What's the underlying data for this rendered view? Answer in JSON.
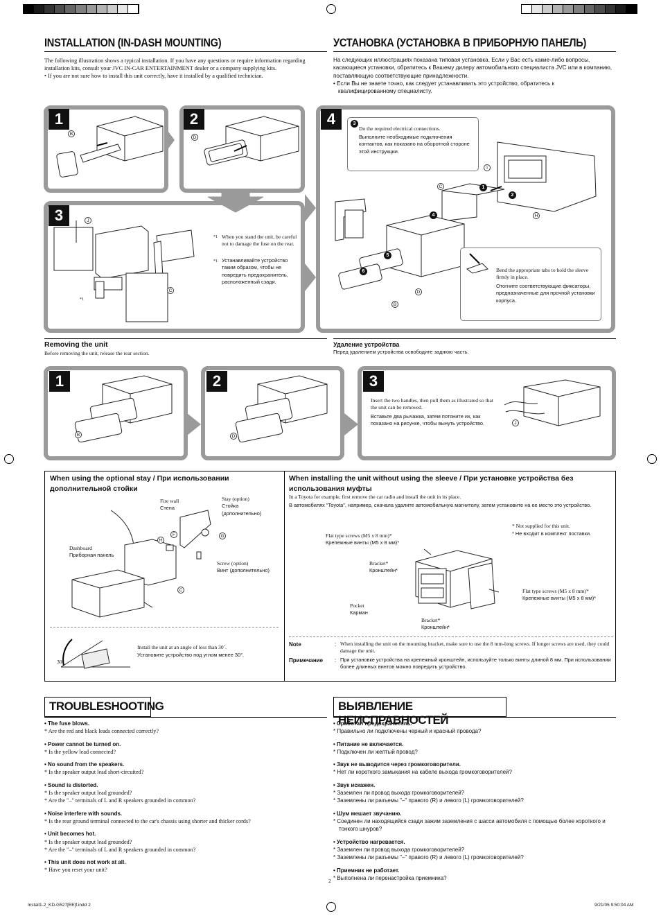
{
  "crop": {
    "colors_left": [
      "#000000",
      "#1a1a1a",
      "#333333",
      "#4d4d4d",
      "#666666",
      "#808080",
      "#999999",
      "#b3b3b3",
      "#cccccc",
      "#e6e6e6",
      "#ffffff"
    ]
  },
  "left_title": "INSTALLATION (IN-DASH MOUNTING)",
  "right_title": "УСТАНОВКА (УСТАНОВКА В ПРИБОРНУЮ ПАНЕЛЬ)",
  "intro_en_1": "The following illustration shows a typical installation. If you have any questions or require information regarding installation kits, consult your JVC IN-CAR ENTERTAINMENT dealer or a company supplying kits.",
  "intro_en_2": "If you are not sure how to install this unit correctly, have it installed by a qualified technician.",
  "intro_ru_1": "На следующих иллюстрациях показана типовая установка. Если у Вас есть какие-либо вопросы, касающиеся установки, обратитесь к Вашему дилеру автомобильного специалиста JVC или в компанию, поставляющую соответствующие принадлежности.",
  "intro_ru_2": "Если Вы не знаете точно, как следует устанавливать это устройство, обратитесь к квалифицированному специалисту.",
  "steps": {
    "s1": "1",
    "s2": "2",
    "s3": "3",
    "s4": "4"
  },
  "parts": {
    "b": "B",
    "c": "C",
    "d": "D",
    "h": "H",
    "i": "I",
    "j": "J",
    "f": "F",
    "g": "G"
  },
  "nums": {
    "n1": "1",
    "n2": "2",
    "n3": "3",
    "n4": "4",
    "n5": "5",
    "n6": "6"
  },
  "step3_note_mark": "*1",
  "step3_note_en": "When you stand the unit, be careful not to damage the fuse on the rear.",
  "step3_note_ru": "Устанавливайте устройство таким образом, чтобы не повредить предохранитель, расположенный сзади.",
  "step4_callout_en": "Do the required electrical connections.",
  "step4_callout_ru": "Выполните необходимые подключения контактов, как показано на оборотной стороне этой инструкции.",
  "step4_bend_en": "Bend the appropriate tabs to hold the sleeve firmly in place.",
  "step4_bend_ru": "Отогните соответствующие фиксаторы, предназначенные для прочной установки корпуса.",
  "removing_title": "Removing the unit",
  "removing_text": "Before removing the unit, release the rear section.",
  "removing_title_ru": "Удаление устройства",
  "removing_text_ru": "Перед удалением устройства освободите заднюю часть.",
  "remove3_en": "Insert the two handles, then pull them as illustrated so that the unit can be removed.",
  "remove3_ru": "Вставьте два рычажка, затем потяните их, как показано на рисунке, чтобы вынуть устройство.",
  "stay": {
    "title": "When using the optional stay / При использовании дополнительной стойки",
    "fire_wall": "Fire wall",
    "fire_wall_ru": "Стена",
    "stay_opt": "Stay (option)",
    "stay_opt_ru": "Стойка (дополнительно)",
    "dashboard": "Dashboard",
    "dashboard_ru": "Приборная панель",
    "screw_opt": "Screw (option)",
    "screw_opt_ru": "Винт (дополнительно)",
    "angle_en": "Install the unit at an angle of less than 30˚.",
    "angle_ru": "Установите устройство под углом менее 30°.",
    "angle_mark": "30°"
  },
  "sleeve": {
    "title": "When installing the unit without using the sleeve / При установке устройства без использования муфты",
    "text_en": "In a Toyota for example, first remove the car radio and install the unit in its place.",
    "text_ru": "В автомобилях \"Toyota\", например, сначала удалите автомобильную магнитолу, затем установите на ее место это устройство.",
    "not_supplied": "* Not supplied for this unit.",
    "not_supplied_ru": "* Не входит в комплект поставки.",
    "flat_screws": "Flat type screws (M5 x 8 mm)*",
    "flat_screws_ru": "Крепежные винты (M5 x 8 мм)*",
    "bracket": "Bracket*",
    "bracket_ru": "Кронштейн*",
    "pocket": "Pocket",
    "pocket_ru": "Карман",
    "note_label": "Note",
    "note_label_ru": "Примечание",
    "note_en": "When installing the unit on the mounting bracket, make sure to use the 8 mm-long screws. If longer screws are used, they could damage the unit.",
    "note_ru": "При установке устройства на крепежный кронштейн, используйте только винты длиной 8 мм. При использовании более длинных винтов можно повредить устройство.",
    "colon": ":"
  },
  "ts_title": "TROUBLESHOOTING",
  "ts_title_ru": "ВЫЯВЛЕНИЕ НЕИСПРАВНОСТЕЙ",
  "ts_en": [
    {
      "t": "The fuse blows.",
      "a": [
        "Are the red and black leads connected correctly?"
      ]
    },
    {
      "t": "Power cannot be turned on.",
      "a": [
        "Is the yellow lead connected?"
      ]
    },
    {
      "t": "No sound from the speakers.",
      "a": [
        "Is the speaker output lead short-circuited?"
      ]
    },
    {
      "t": "Sound is distorted.",
      "a": [
        "Is the speaker output lead grounded?",
        "Are the \"–\" terminals of L and R speakers grounded in common?"
      ]
    },
    {
      "t": "Noise interfere with sounds.",
      "a": [
        "Is the rear ground terminal connected to the car's chassis using shorter and thicker cords?"
      ]
    },
    {
      "t": "Unit becomes hot.",
      "a": [
        "Is the speaker output lead grounded?",
        "Are the \"–\" terminals of L and R speakers grounded in common?"
      ]
    },
    {
      "t": "This unit does not work at all.",
      "a": [
        "Have you reset your unit?"
      ]
    }
  ],
  "ts_ru": [
    {
      "t": "Сработал предохранитель.",
      "a": [
        "Правильно ли подключены черный и красный провода?"
      ]
    },
    {
      "t": "Питание не включается.",
      "a": [
        "Подключен ли желтый провод?"
      ]
    },
    {
      "t": "Звук не выводится через громкоговорители.",
      "a": [
        "Нет ли короткого замыкания на кабеле выхода громкоговорителей?"
      ]
    },
    {
      "t": "Звук искажен.",
      "a": [
        "Заземлен ли провод выхода громкоговорителей?",
        "Заземлены ли разъемы \"–\" правого (R) и левого (L) громкоговорителей?"
      ]
    },
    {
      "t": "Шум мешает звучанию.",
      "a": [
        "Соединен ли находящийся сзади зажим заземления с шасси автомобиля с помощью более короткого и тонкого шнуров?"
      ]
    },
    {
      "t": "Устройство нагревается.",
      "a": [
        "Заземлен ли провод выхода громкоговорителей?",
        "Заземлены ли разъемы \"–\" правого (R) и левого (L) громкоговорителей?"
      ]
    },
    {
      "t": "Приемник не работает.",
      "a": [
        "Выполнена ли перенастройка приемника?"
      ]
    }
  ],
  "bullet": "•",
  "star": "*",
  "page_number": "2",
  "footer_left": "Install1-2_KD-G527[EE]f.indd   2",
  "footer_right": "9/21/05   9:50:04 AM"
}
